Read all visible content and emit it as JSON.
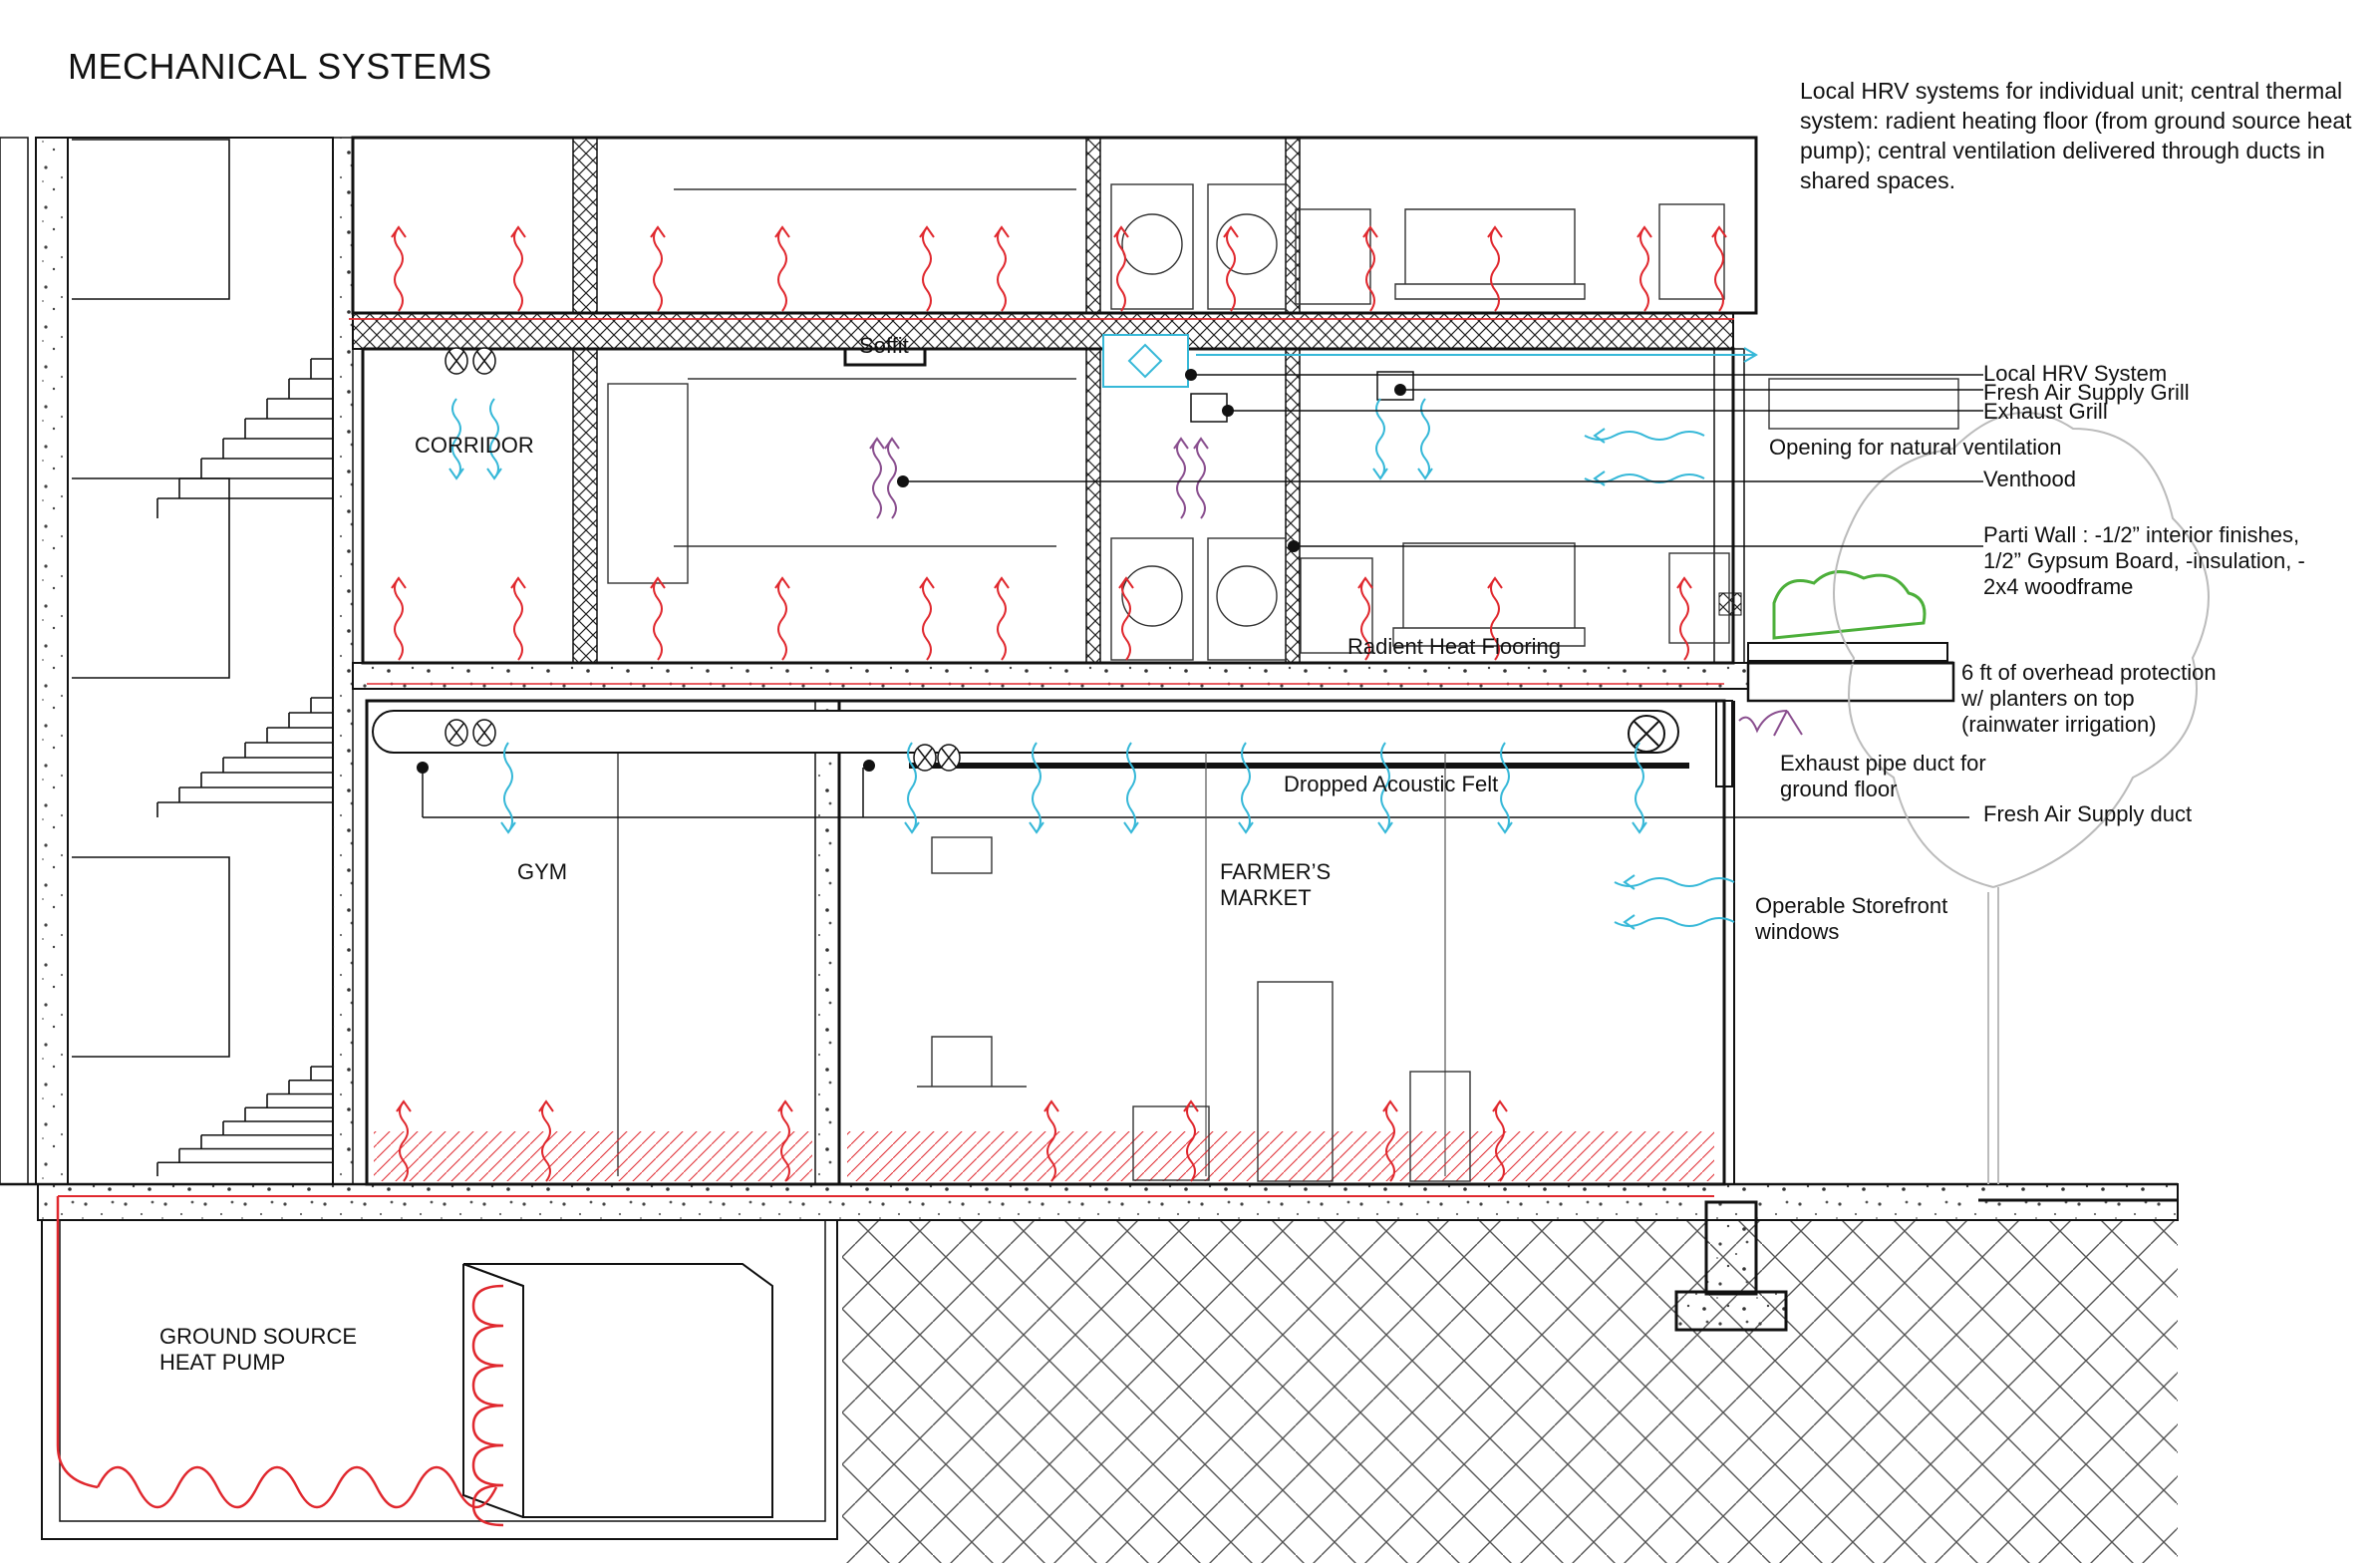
{
  "title": "MECHANICAL SYSTEMS",
  "description": "Local HRV systems for individual unit; central thermal system: radient heating floor (from ground source heat pump); central ventilation delivered through ducts in shared spaces.",
  "rooms": {
    "corridor": "CORRIDOR",
    "gym": "GYM",
    "farmers_market": "FARMER’S\nMARKET",
    "heat_pump": "GROUND SOURCE\nHEAT PUMP"
  },
  "labels": {
    "soffit": "Soffit",
    "radiant_heat_flooring": "Radient Heat Flooring",
    "dropped_acoustic_felt": "Dropped Acoustic Felt",
    "local_hrv_system": "Local HRV System",
    "fresh_air_supply_grill": "Fresh Air Supply Grill",
    "exhaust_grill": "Exhaust Grill",
    "opening_natural_ventilation": "Opening for natural ventilation",
    "venthood": "Venthood",
    "parti_wall": "Parti Wall : -1/2” interior finishes,\n1/2” Gypsum Board, -insulation, -\n2x4 woodframe",
    "overhead_protection": "6 ft of overhead protection\nw/ planters on top\n(rainwater irrigation)",
    "exhaust_pipe_duct": "Exhaust pipe duct for\nground floor",
    "fresh_air_supply_duct": "Fresh Air Supply duct",
    "operable_storefront": "Operable Storefront\nwindows"
  },
  "colors": {
    "line": "#111111",
    "heating": "#e0282e",
    "supply_air": "#36b8d8",
    "exhaust_air": "#8a4f8f",
    "planter": "#4caf3a",
    "ground": "#555555"
  },
  "icons": {
    "heat_arrow": "red-wavy-up-arrow-icon",
    "supply_arrow": "blue-wavy-down-arrow-icon",
    "exhaust_arrow": "purple-wavy-up-arrow-icon",
    "damper": "crossed-circle-damper-icon",
    "hrv_unit": "diamond-hrv-icon"
  }
}
